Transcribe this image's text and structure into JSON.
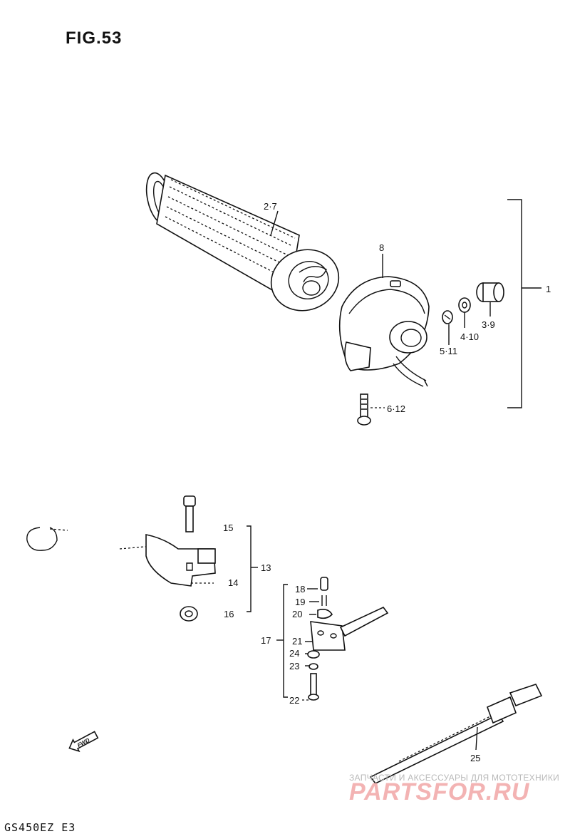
{
  "figure": {
    "title": "FIG.53",
    "model": "GS450EZ E3"
  },
  "callouts": [
    {
      "id": "c1",
      "label": "1"
    },
    {
      "id": "c2",
      "label": "2·7"
    },
    {
      "id": "c3",
      "label": "3·9"
    },
    {
      "id": "c4",
      "label": "4·10"
    },
    {
      "id": "c5",
      "label": "5·11"
    },
    {
      "id": "c6",
      "label": "6·12"
    },
    {
      "id": "c8",
      "label": "8"
    },
    {
      "id": "c13",
      "label": "13"
    },
    {
      "id": "c14",
      "label": "14"
    },
    {
      "id": "c15",
      "label": "15"
    },
    {
      "id": "c16",
      "label": "16"
    },
    {
      "id": "c17",
      "label": "17"
    },
    {
      "id": "c18",
      "label": "18"
    },
    {
      "id": "c19",
      "label": "19"
    },
    {
      "id": "c20",
      "label": "20"
    },
    {
      "id": "c21",
      "label": "21"
    },
    {
      "id": "c22",
      "label": "22"
    },
    {
      "id": "c23",
      "label": "23"
    },
    {
      "id": "c24",
      "label": "24"
    },
    {
      "id": "c25",
      "label": "25"
    }
  ],
  "direction_marker": "FWD",
  "watermark": {
    "caption": "ЗАПЧАСТИ И АКСЕССУАРЫ ДЛЯ МОТОТЕХНИКИ",
    "logo": "PARTSFOR.RU"
  }
}
